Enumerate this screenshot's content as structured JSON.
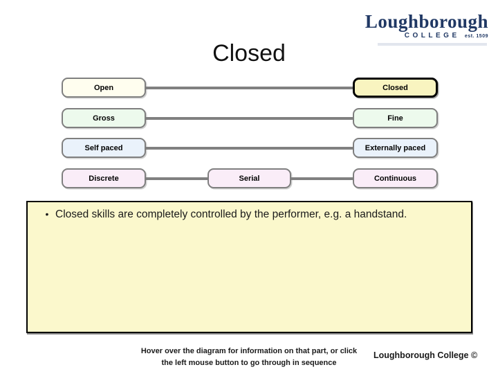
{
  "logo": {
    "name": "Loughborough",
    "college": "COLLEGE",
    "est": "est. 1509"
  },
  "title": "Closed",
  "diagram": {
    "rows": [
      {
        "left": "Open",
        "right": "Closed"
      },
      {
        "left": "Gross",
        "right": "Fine"
      },
      {
        "left": "Self paced",
        "right": "Externally paced"
      },
      {
        "left": "Discrete",
        "middle": "Serial",
        "right": "Continuous"
      }
    ],
    "highlighted_node": "Closed"
  },
  "callout": {
    "bullet": "•",
    "text": "Closed skills are completely controlled by the performer, e.g. a handstand."
  },
  "footer": {
    "instruction_line1": "Hover over the diagram for information on that part, or click",
    "instruction_line2": "the left mouse button to go through in sequence",
    "copyright": "Loughborough College ©"
  },
  "colors": {
    "brand_navy": "#203864",
    "node_border_gray": "#7F7F7F",
    "connector_gray": "#808080",
    "open_fill": "#FFFEEF",
    "closed_fill": "#F9F4C0",
    "green_fill": "#EDFAED",
    "blue_fill": "#EAF2FB",
    "pink_fill": "#FAEDF8",
    "callout_fill": "#FBF8CC",
    "highlight_border": "#000000"
  }
}
